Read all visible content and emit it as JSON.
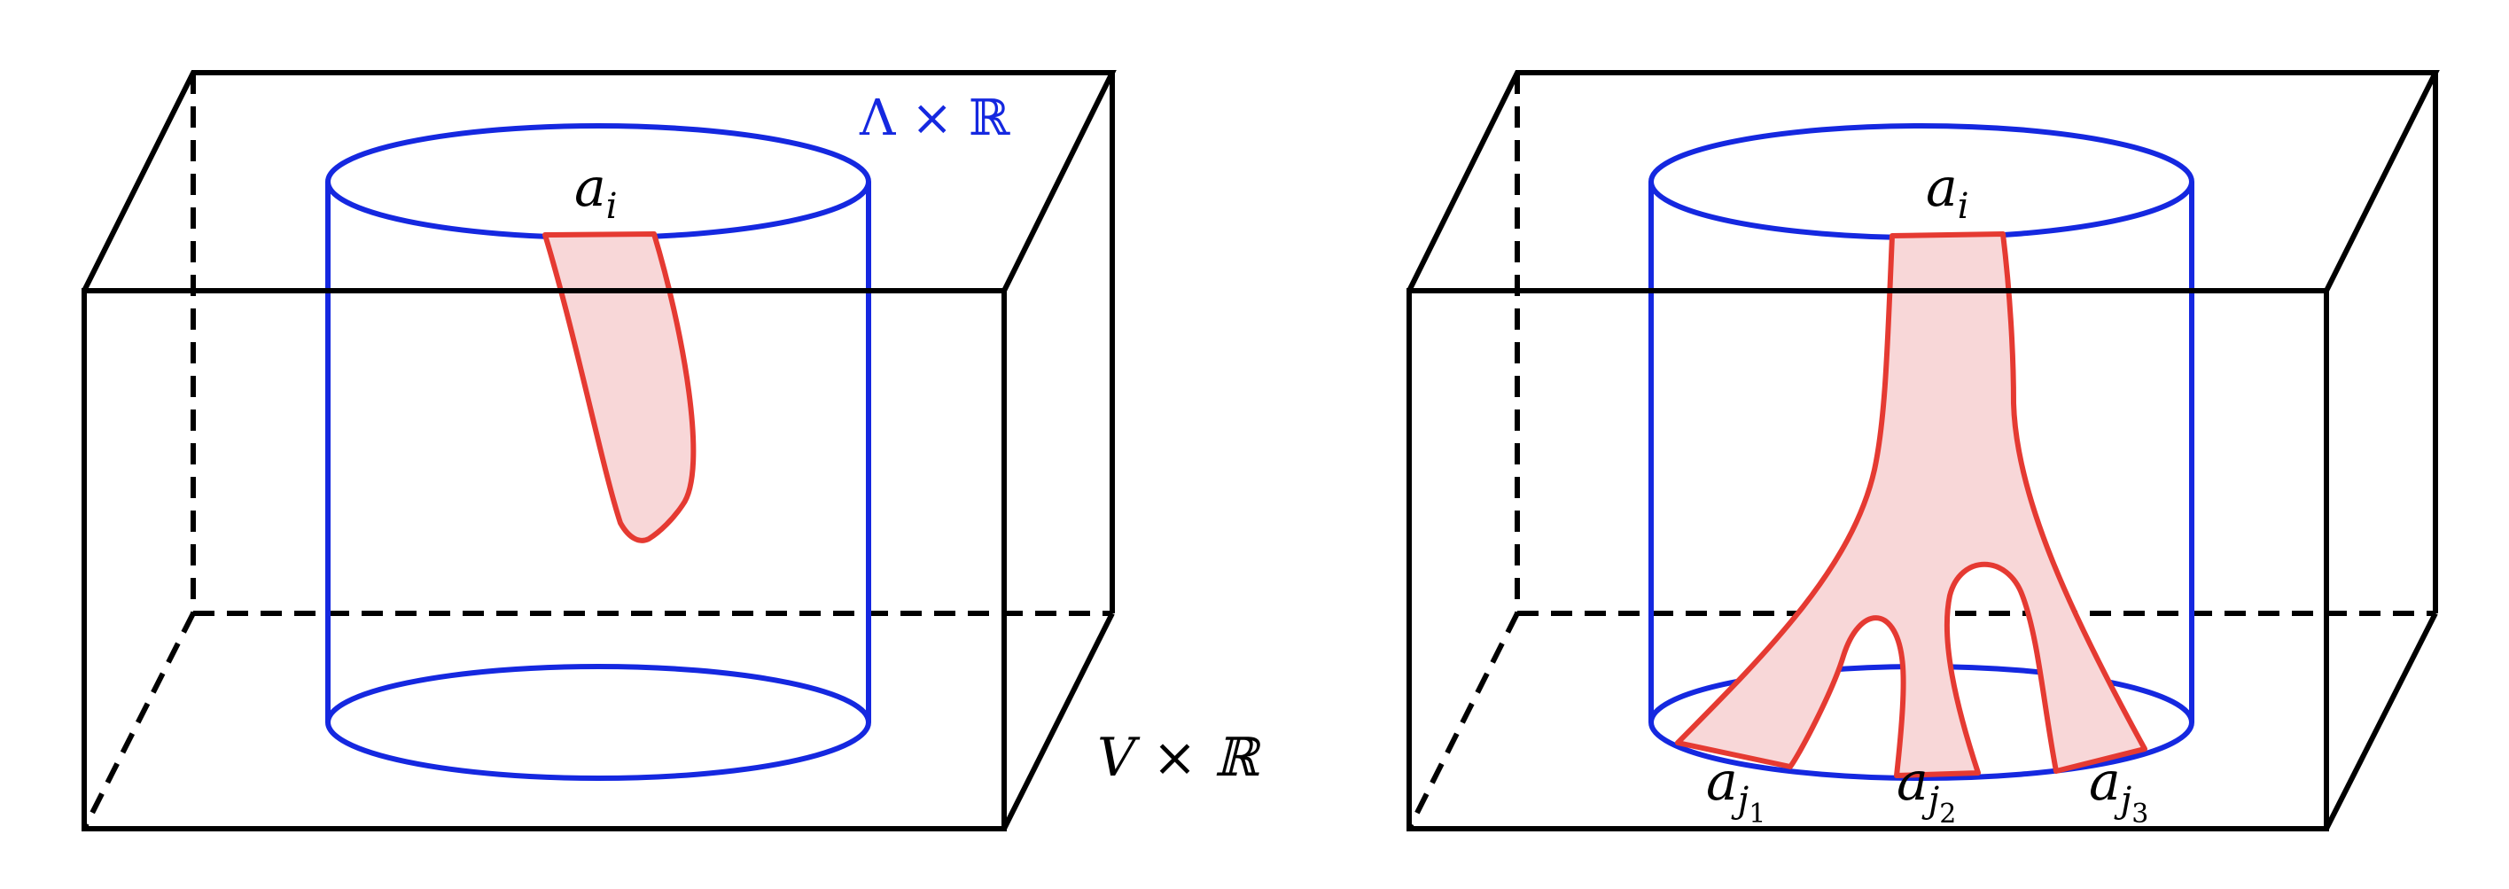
{
  "colors": {
    "box": "#000000",
    "cylinder": "#1528e0",
    "strip_stroke": "#e53a32",
    "strip_fill": "#f8d7d8",
    "background": "#ffffff"
  },
  "left_panel": {
    "cylinder_label": "Λ × ℝ",
    "box_label": "V × ℝ",
    "top_chord_label": {
      "base": "a",
      "sub": "i"
    }
  },
  "right_panel": {
    "top_chord_label": {
      "base": "a",
      "sub": "i"
    },
    "bottom_chord_labels": [
      {
        "base": "a",
        "sub": "j",
        "subsub": "1"
      },
      {
        "base": "a",
        "sub": "j",
        "subsub": "2"
      },
      {
        "base": "a",
        "sub": "j",
        "subsub": "3"
      }
    ]
  }
}
